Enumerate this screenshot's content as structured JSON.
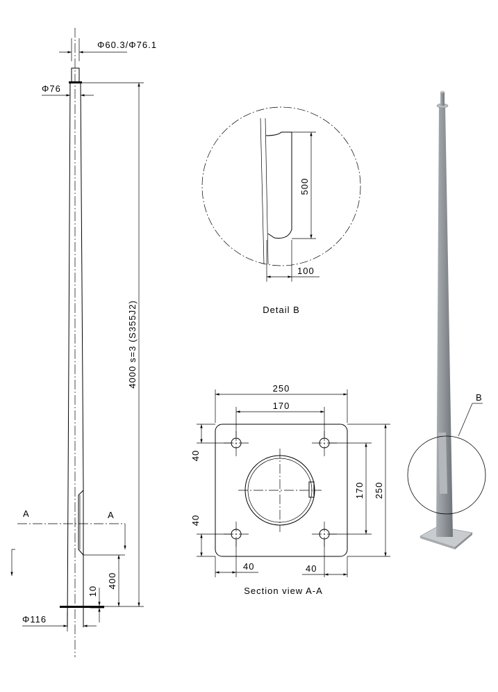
{
  "side_view": {
    "spigot_dim": "Φ60.3/Φ76.1",
    "top_dim": "Φ76",
    "height_dim": "4000  s=3  (S355J2)",
    "door_height_dim": "400",
    "plate_thickness_dim": "10",
    "bottom_dim": "Φ116",
    "section_left": "A",
    "section_right": "A"
  },
  "detail_b": {
    "opening_height": "500",
    "opening_width": "100",
    "caption": "Detail B"
  },
  "section_aa": {
    "plate_width": "250",
    "hole_spacing_x": "170",
    "edge_top": "40",
    "edge_bottom": "40",
    "hole_spacing_y": "170",
    "plate_height": "250",
    "edge_left": "40",
    "edge_right": "40",
    "caption": "Section view A-A"
  },
  "render_3d": {
    "detail_label": "B",
    "colors": {
      "pole": "#8e9398",
      "pole_light": "#b4b8bc",
      "plate": "#c9cccf"
    }
  }
}
